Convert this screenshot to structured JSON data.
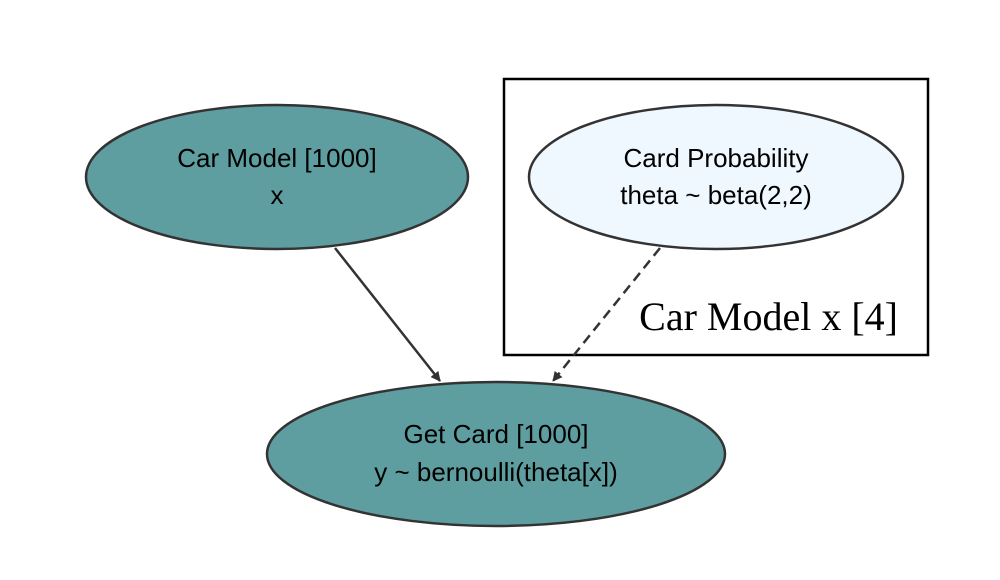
{
  "colors": {
    "observed_fill": "#5f9ea0",
    "latent_fill": "#f0f8ff",
    "stroke": "#333333",
    "plate_stroke": "#000000"
  },
  "nodes": {
    "car_model": {
      "title": "Car Model [1000]",
      "subtitle": "x",
      "type": "observed"
    },
    "card_probability": {
      "title": "Card Probability",
      "subtitle": "theta ~ beta(2,2)",
      "type": "latent"
    },
    "get_card": {
      "title": "Get Card [1000]",
      "subtitle": "y ~ bernoulli(theta[x])",
      "type": "observed"
    }
  },
  "plate": {
    "label": "Car Model x [4]"
  },
  "edges": [
    {
      "from": "car_model",
      "to": "get_card",
      "style": "solid"
    },
    {
      "from": "card_probability",
      "to": "get_card",
      "style": "dashed"
    }
  ]
}
